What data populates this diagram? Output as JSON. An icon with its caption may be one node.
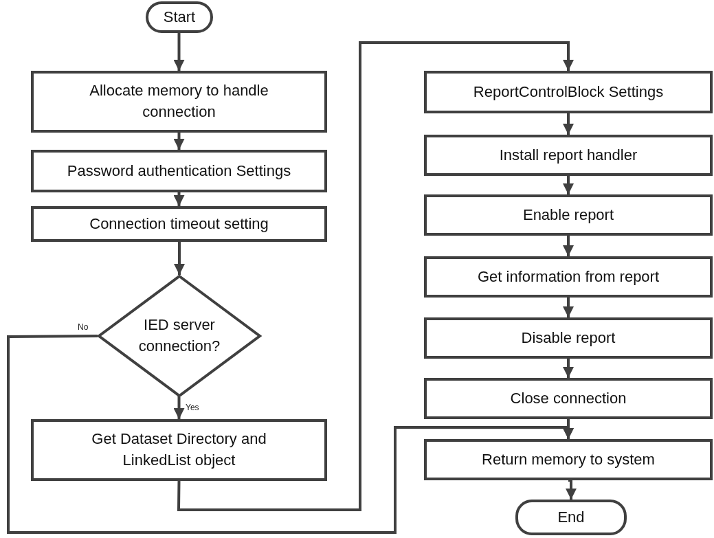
{
  "diagram": {
    "nodes": [
      {
        "text": [
          "Start"
        ]
      },
      {
        "text": [
          "Allocate memory to handle connection"
        ]
      },
      {
        "text": [
          "Password authentication Settings"
        ]
      },
      {
        "text": [
          "Connection timeout setting"
        ]
      },
      {
        "text": [
          "IED server connection?"
        ]
      },
      {
        "text": [
          "Get Dataset Directory and LinkedList object"
        ]
      },
      {
        "text": [
          "ReportControlBlock Settings"
        ]
      },
      {
        "text": [
          "Install report handler"
        ]
      },
      {
        "text": [
          "Enable report"
        ]
      },
      {
        "text": [
          "Get information from report"
        ]
      },
      {
        "text": [
          "Disable report"
        ]
      },
      {
        "text": [
          "Close connection"
        ]
      },
      {
        "text": [
          "Return memory to system"
        ]
      },
      {
        "text": [
          "End"
        ]
      }
    ],
    "edges": [
      {
        "from": 0,
        "to": 1,
        "arrow": "to"
      },
      {
        "from": 1,
        "to": 2,
        "arrow": "to"
      },
      {
        "from": 2,
        "to": 3,
        "arrow": "to"
      },
      {
        "from": 3,
        "to": 4,
        "arrow": "to"
      },
      {
        "from": 4,
        "to": 5,
        "arrow": "to",
        "label": "Yes"
      },
      {
        "from": 4,
        "to": 12,
        "arrow": "to",
        "label": "No"
      },
      {
        "from": 5,
        "to": 6,
        "arrow": "to"
      },
      {
        "from": 6,
        "to": 7,
        "arrow": "to"
      },
      {
        "from": 7,
        "to": 8,
        "arrow": "to"
      },
      {
        "from": 8,
        "to": 9,
        "arrow": "to"
      },
      {
        "from": 9,
        "to": 10,
        "arrow": "to"
      },
      {
        "from": 10,
        "to": 11,
        "arrow": "to"
      },
      {
        "from": 11,
        "to": 12,
        "arrow": "to"
      },
      {
        "from": 12,
        "to": 13,
        "arrow": "to"
      }
    ]
  }
}
